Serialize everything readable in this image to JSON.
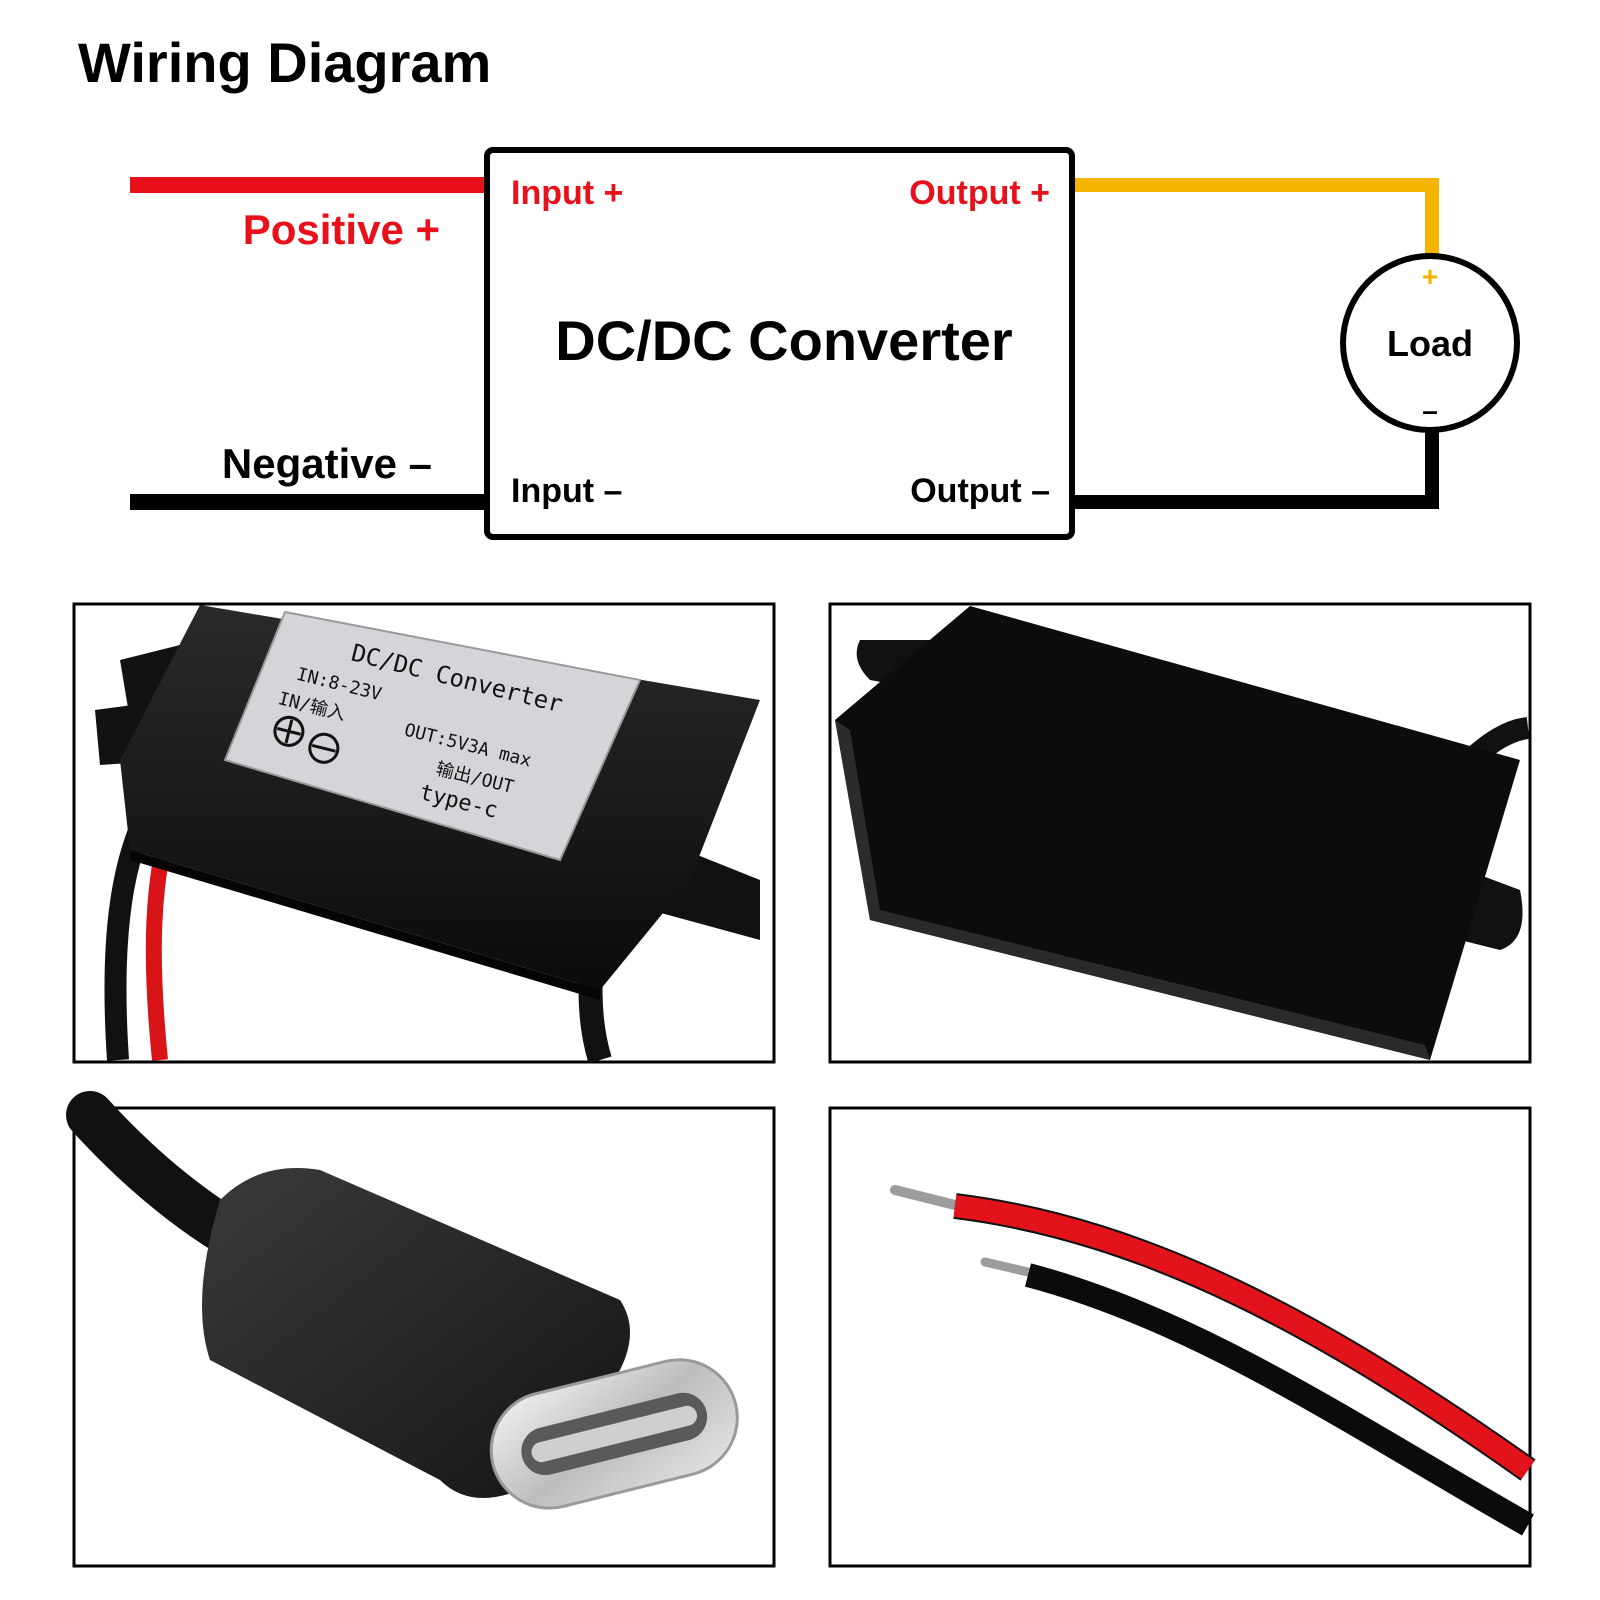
{
  "title": "Wiring Diagram",
  "converter": {
    "name": "DC/DC Converter",
    "input_pos": "Input +",
    "input_neg": "Input –",
    "output_pos": "Output +",
    "output_neg": "Output –"
  },
  "wires": {
    "positive_label": "Positive +",
    "negative_label": "Negative –"
  },
  "load": {
    "label": "Load",
    "plus": "+",
    "minus": "–"
  },
  "product_label": {
    "line1": "DC/DC Converter",
    "line2": "IN:8-23V",
    "line3": "IN/输入",
    "line4": "OUT:5V3A max",
    "line5": "输出/OUT",
    "line6": "type-c"
  },
  "colors": {
    "positive_wire": "#e8101a",
    "negative_wire": "#000000",
    "output_wire": "#f5b400",
    "label_red": "#e8101a"
  }
}
